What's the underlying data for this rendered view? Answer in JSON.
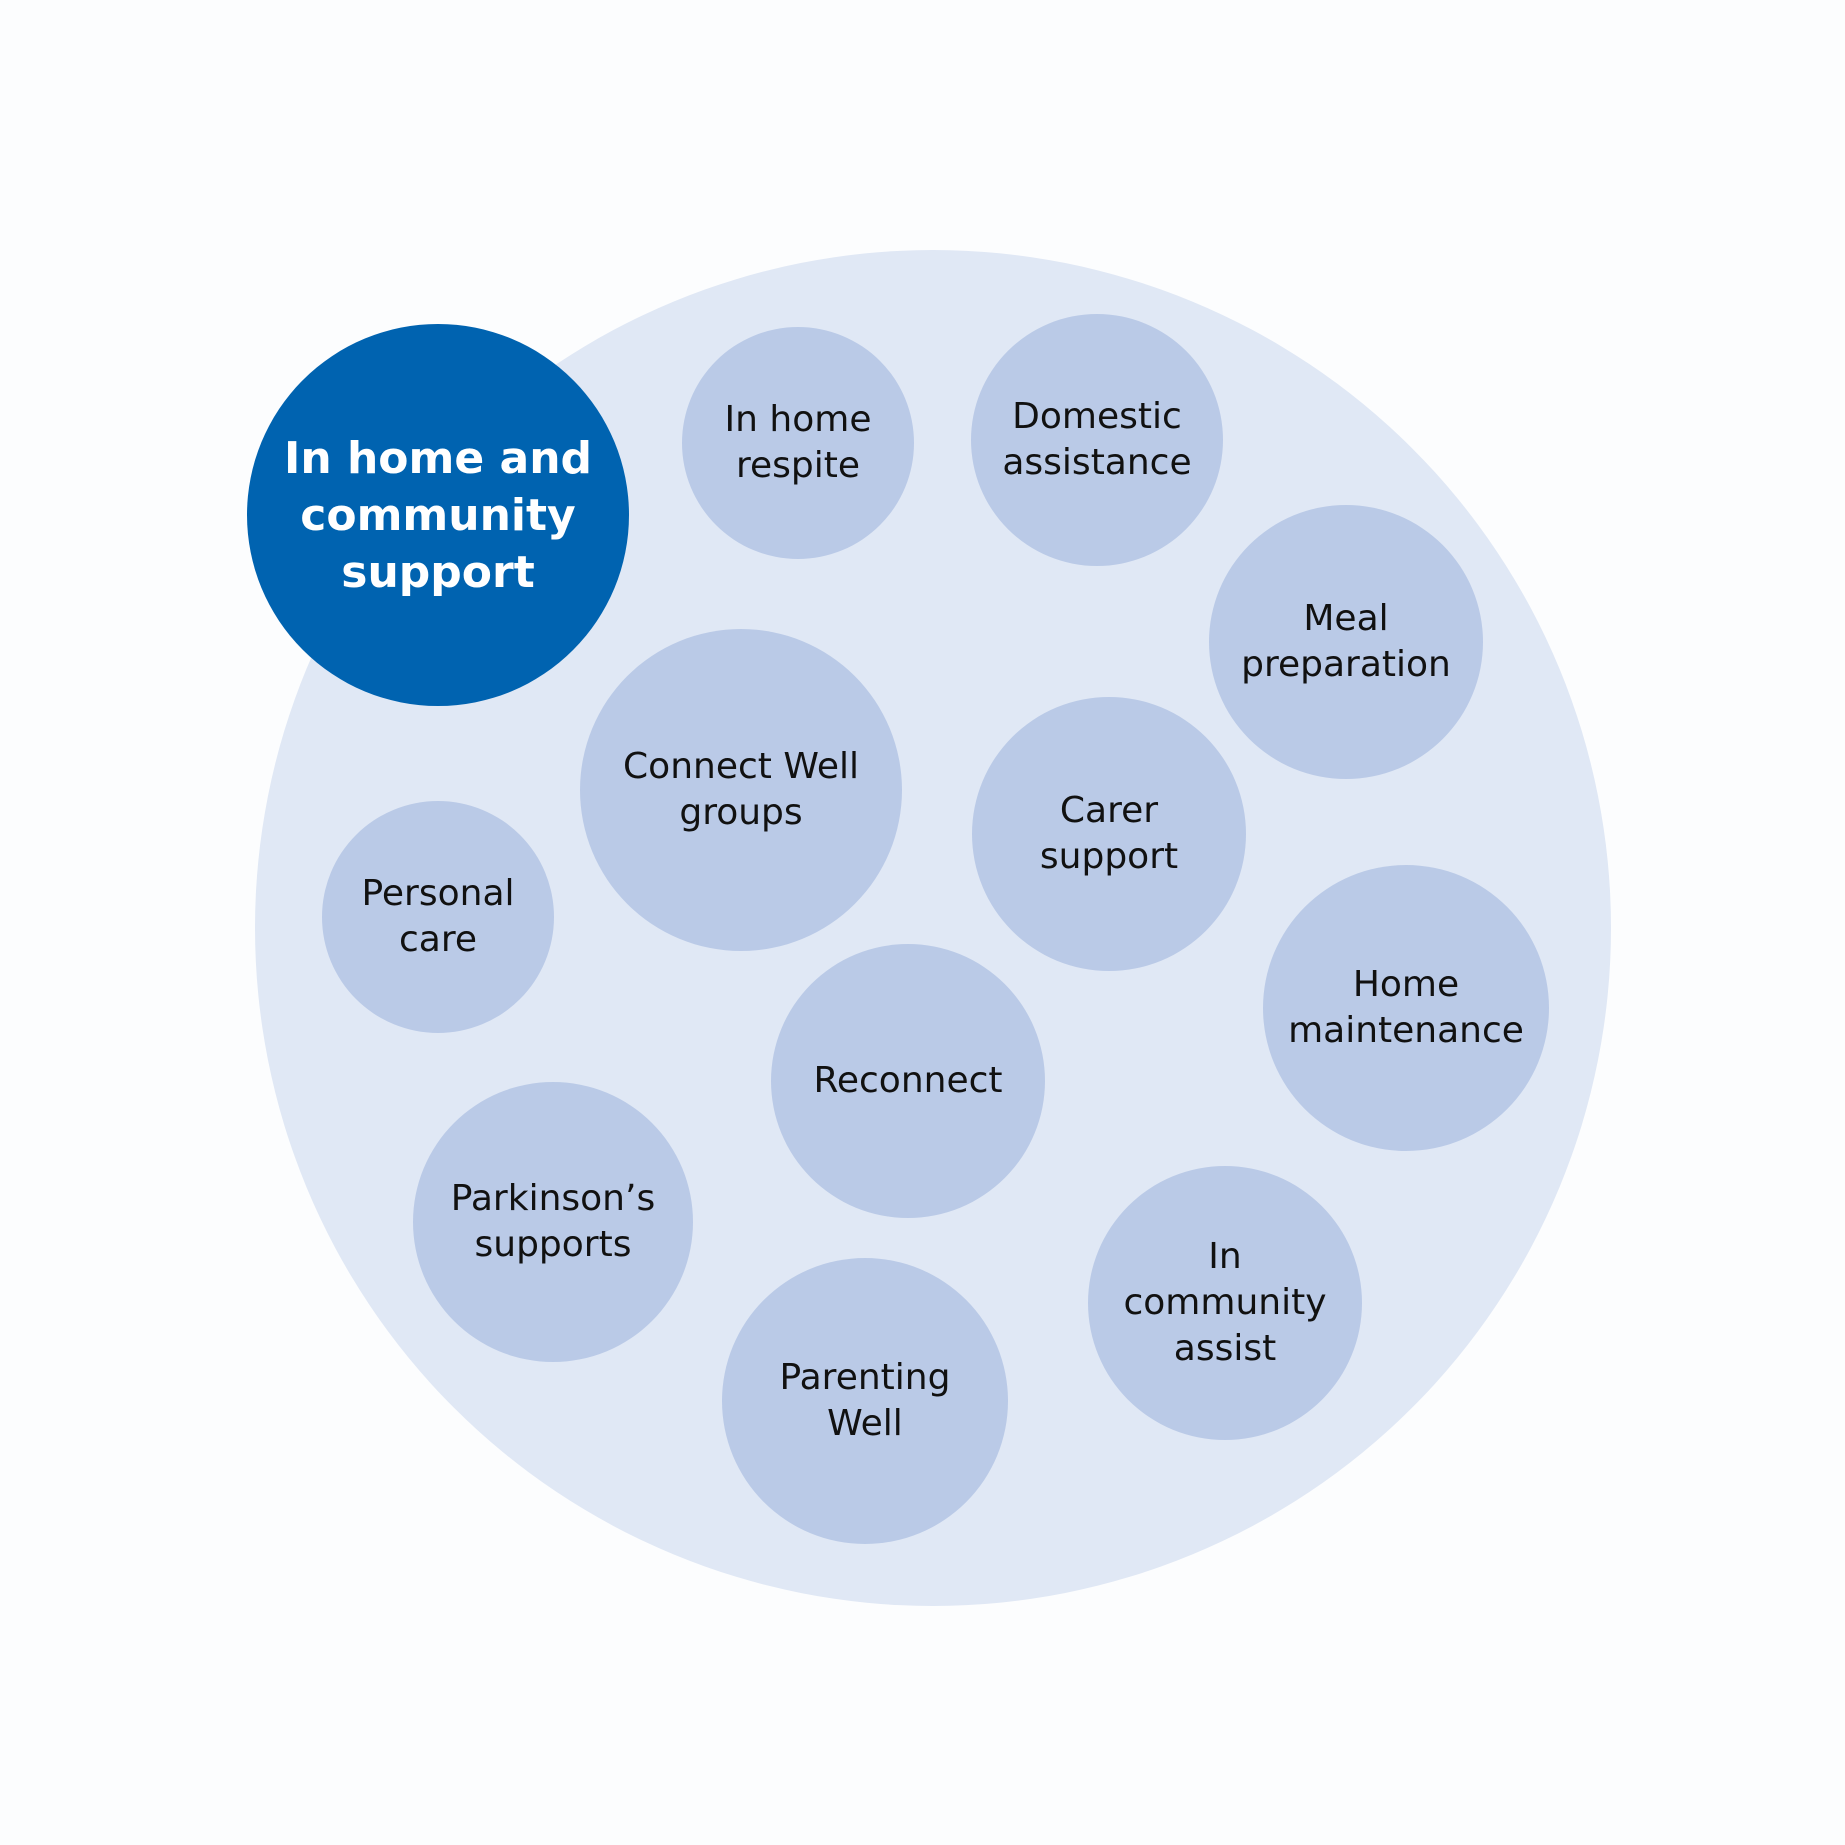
{
  "main_circle": {
    "label": "In home and\ncommunity\nsupport"
  },
  "services": [
    {
      "label": "In home\nrespite"
    },
    {
      "label": "Domestic\nassistance"
    },
    {
      "label": "Meal\npreparation"
    },
    {
      "label": "Connect Well\ngroups"
    },
    {
      "label": "Carer\nsupport"
    },
    {
      "label": "Personal\ncare"
    },
    {
      "label": "Home\nmaintenance"
    },
    {
      "label": "Reconnect"
    },
    {
      "label": "Parkinson’s\nsupports"
    },
    {
      "label": "In\ncommunity\nassist"
    },
    {
      "label": "Parenting\nWell"
    }
  ],
  "colors": {
    "background": "#fcfdfe",
    "outer_circle": "#e0e8f5",
    "service_circle": "#bacae7",
    "main_circle": "#0063b0",
    "main_text": "#ffffff",
    "service_text": "#111111"
  }
}
